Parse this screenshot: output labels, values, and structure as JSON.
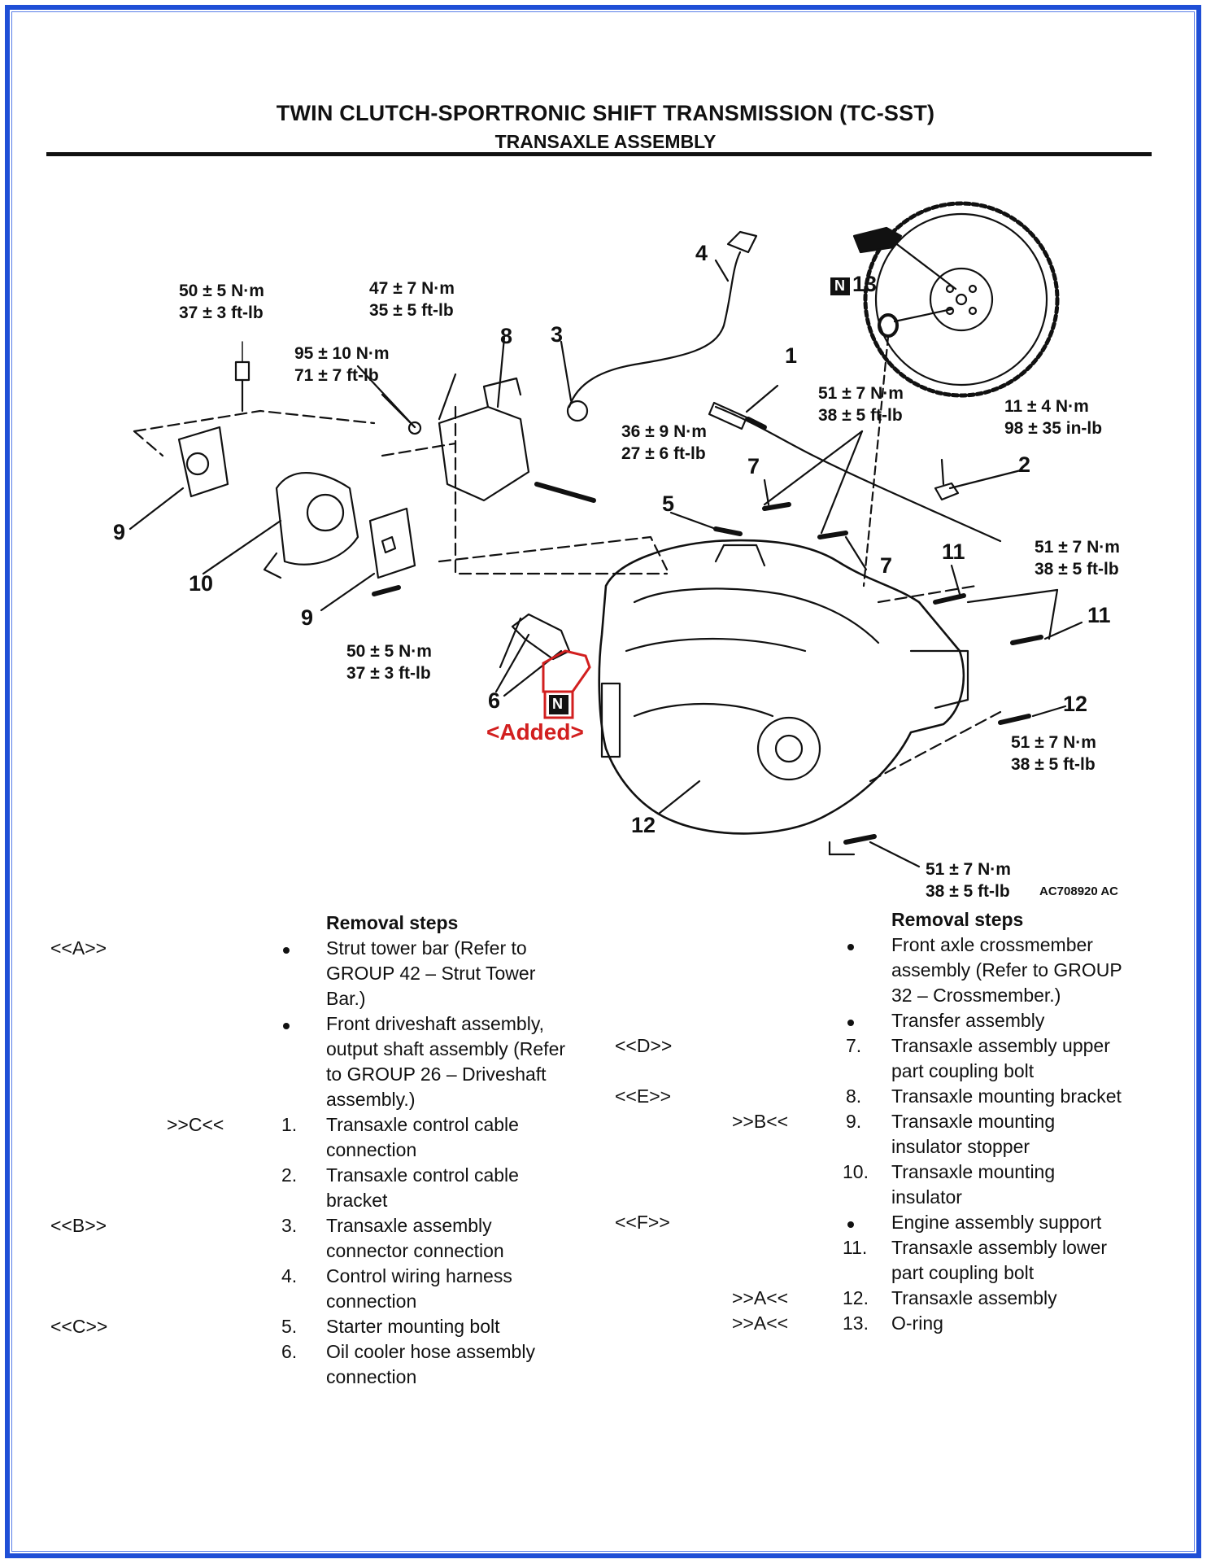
{
  "header": {
    "title": "TWIN CLUTCH-SPORTRONIC SHIFT TRANSMISSION (TC-SST)",
    "subtitle": "TRANSAXLE ASSEMBLY"
  },
  "diagram": {
    "image_code": "AC708920 AC",
    "added_label": "<Added>",
    "n_symbol": "N",
    "torques": {
      "t_50a": "50 ± 5 N·m",
      "t_37a": "37 ± 3 ft-lb",
      "t_47": "47 ± 7 N·m",
      "t_35": "35 ± 5 ft-lb",
      "t_95": "95 ± 10 N·m",
      "t_71": "71 ± 7 ft-lb",
      "t_36": "36 ± 9 N·m",
      "t_27": "27 ± 6 ft-lb",
      "t_51a": "51 ± 7 N·m",
      "t_38a": "38 ± 5 ft-lb",
      "t_11": "11 ± 4 N·m",
      "t_98": "98 ± 35 in-lb",
      "t_51b": "51 ± 7 N·m",
      "t_38b": "38 ± 5 ft-lb",
      "t_50b": "50 ± 5 N·m",
      "t_37b": "37 ± 3 ft-lb",
      "t_51c": "51 ± 7 N·m",
      "t_38c": "38 ± 5 ft-lb",
      "t_51d": "51 ± 7 N·m",
      "t_38d": "38 ± 5 ft-lb"
    },
    "callouts": {
      "c1": "1",
      "c2": "2",
      "c3": "3",
      "c4": "4",
      "c5": "5",
      "c6": "6",
      "c7a": "7",
      "c7b": "7",
      "c8": "8",
      "c9a": "9",
      "c9b": "9",
      "c10": "10",
      "c11a": "11",
      "c11b": "11",
      "c12a": "12",
      "c12b": "12",
      "c13": "13"
    }
  },
  "left_steps": {
    "heading": "Removal steps",
    "rows": [
      {
        "mark": "<<A>>",
        "num": "•",
        "lines": [
          "Strut tower bar (Refer to",
          "GROUP 42 – Strut Tower",
          "Bar.)"
        ]
      },
      {
        "mark": "",
        "num": "•",
        "lines": [
          "Front driveshaft assembly,",
          "output shaft assembly (Refer",
          "to GROUP 26 – Driveshaft",
          "assembly.)"
        ]
      },
      {
        "mark": ">>C<<",
        "num": "1.",
        "lines": [
          "Transaxle control cable",
          "connection"
        ]
      },
      {
        "mark": "",
        "num": "2.",
        "lines": [
          "Transaxle control cable",
          "bracket"
        ]
      },
      {
        "mark": "<<B>>",
        "num": "3.",
        "lines": [
          "Transaxle assembly",
          "connector connection"
        ]
      },
      {
        "mark": "",
        "num": "4.",
        "lines": [
          "Control wiring harness",
          "connection"
        ]
      },
      {
        "mark": "<<C>>",
        "num": "5.",
        "lines": [
          "Starter mounting bolt"
        ]
      },
      {
        "mark": "",
        "num": "6.",
        "lines": [
          "Oil cooler hose assembly",
          "connection"
        ]
      }
    ]
  },
  "right_steps": {
    "heading": "Removal steps",
    "rows": [
      {
        "mark": "",
        "num": "•",
        "lines": [
          "Front axle crossmember",
          "assembly (Refer to GROUP",
          "32 – Crossmember.)"
        ]
      },
      {
        "mark": "",
        "num": "•",
        "lines": [
          "Transfer assembly"
        ]
      },
      {
        "mark": "<<D>>",
        "num": "7.",
        "lines": [
          "Transaxle assembly upper",
          "part coupling bolt"
        ]
      },
      {
        "mark": "<<E>>",
        "num": "8.",
        "lines": [
          "Transaxle mounting bracket"
        ]
      },
      {
        "mark": ">>B<<",
        "num": "9.",
        "lines": [
          "Transaxle mounting",
          "insulator stopper"
        ]
      },
      {
        "mark": "",
        "num": "10.",
        "lines": [
          "Transaxle mounting",
          "insulator"
        ]
      },
      {
        "mark": "<<F>>",
        "num": "•",
        "lines": [
          "Engine assembly support"
        ]
      },
      {
        "mark": "",
        "num": "11.",
        "lines": [
          "Transaxle assembly lower",
          "part coupling bolt"
        ]
      },
      {
        "mark": ">>A<<",
        "num": "12.",
        "lines": [
          "Transaxle assembly"
        ]
      },
      {
        "mark": ">>A<<",
        "num": "13.",
        "lines": [
          "O-ring"
        ]
      }
    ]
  },
  "colors": {
    "frame": "#1f4fd6",
    "added": "#d21f1f",
    "ink": "#111111"
  }
}
